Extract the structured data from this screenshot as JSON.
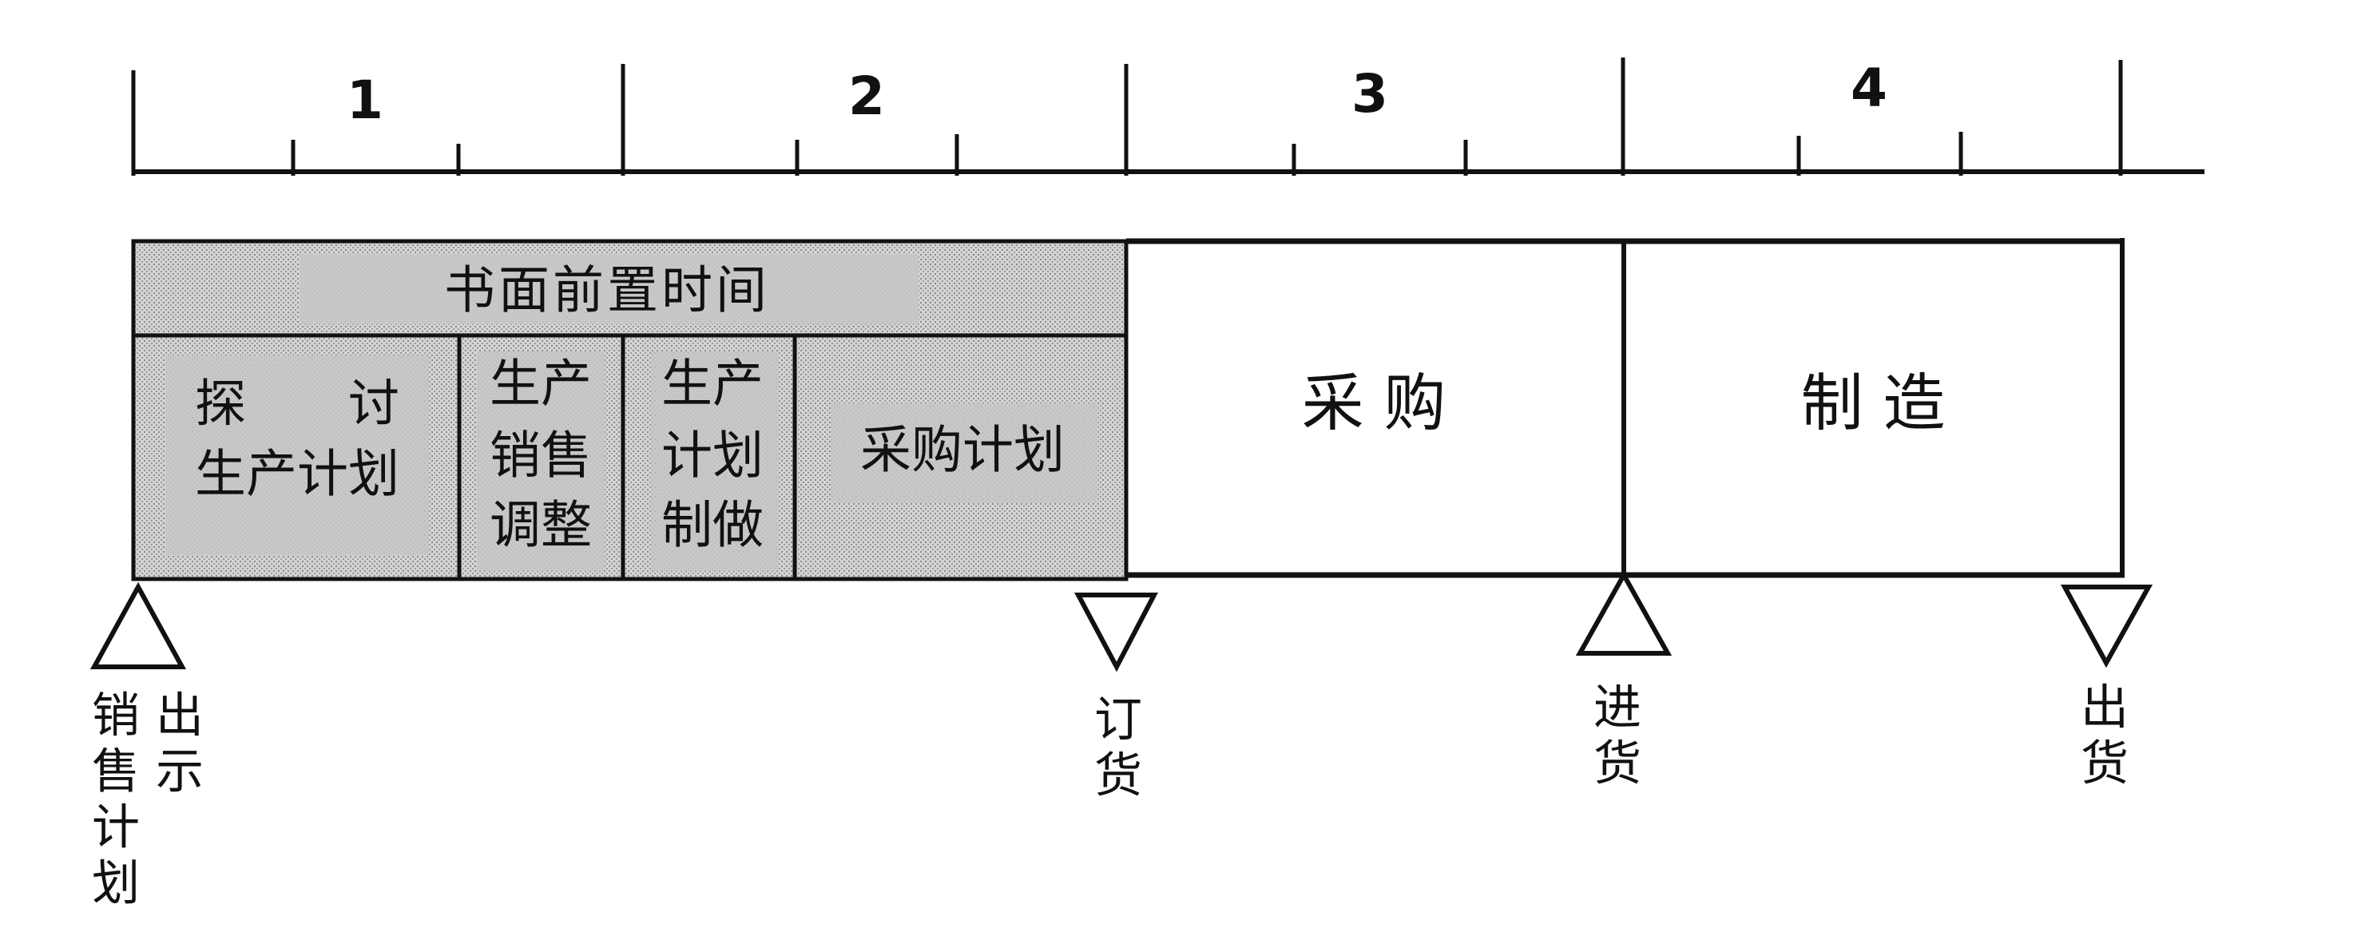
{
  "ruler": {
    "period_labels": [
      "1",
      "2",
      "3",
      "4"
    ]
  },
  "shaded_block": {
    "header": "书面前置时间",
    "cells": [
      {
        "line1": "探　　讨",
        "line2": "生产计划"
      },
      {
        "line1": "生产",
        "line2": "销售",
        "line3": "调整"
      },
      {
        "line1": "生产",
        "line2": "计划",
        "line3": "制做"
      },
      {
        "line1": "采购计划"
      }
    ]
  },
  "open_blocks": [
    {
      "label": "采 购"
    },
    {
      "label": "制 造"
    }
  ],
  "milestones": [
    {
      "col1": [
        "销",
        "售",
        "计",
        "划"
      ],
      "col2": [
        "出",
        "示"
      ],
      "direction": "up"
    },
    {
      "col1": [
        "订",
        "货"
      ],
      "direction": "down"
    },
    {
      "col1": [
        "进",
        "货"
      ],
      "direction": "up"
    },
    {
      "col1": [
        "出",
        "货"
      ],
      "direction": "down"
    }
  ],
  "colors": {
    "ink": "#111111",
    "shade": "#c9c9c9",
    "background": "#ffffff"
  }
}
